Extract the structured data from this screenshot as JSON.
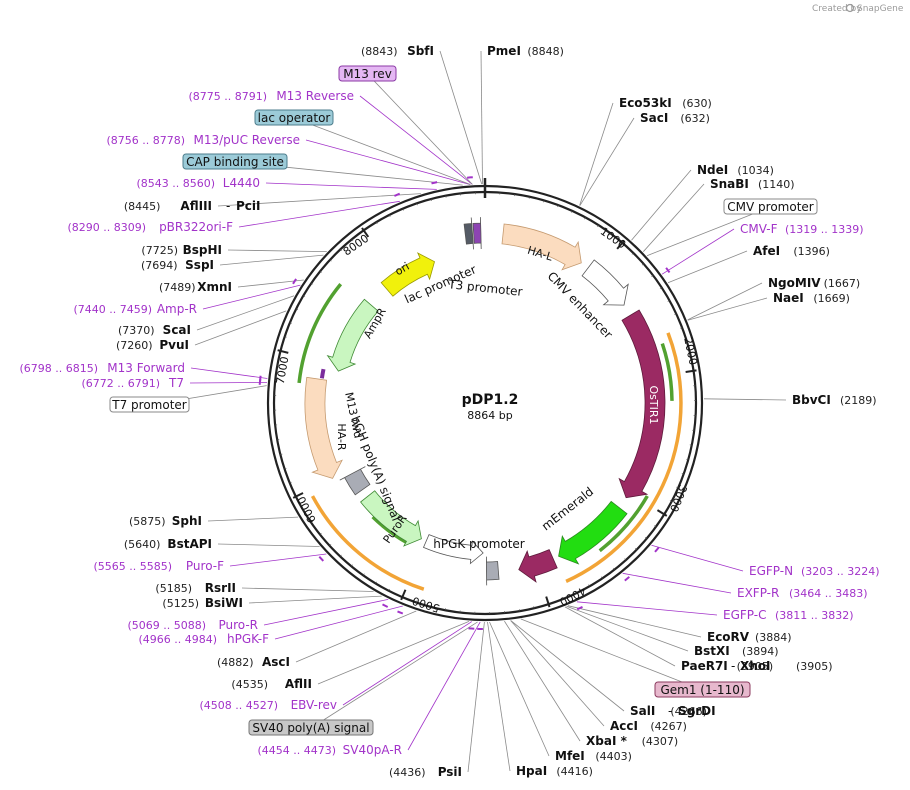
{
  "credit": "Created by",
  "credit_brand": "SnapGene",
  "plasmid": {
    "name": "pDP1.2",
    "size_text": "8864 bp",
    "length": 8864
  },
  "colors": {
    "primer": "#a233c9",
    "backbone": "#222222",
    "feature_hal": "#fbdcbf",
    "feature_ostir1": "#9b2a63",
    "feature_memerald": "#22dd11",
    "feature_ori": "#f1f10c",
    "feature_ampr": "#c9f6c0",
    "feature_puror": "#c9f6c0",
    "feature_far": "#f2a436",
    "feature_orf_green": "#52a130"
  },
  "tick_labels": [
    "1000",
    "2000",
    "3000",
    "4000",
    "5000",
    "6000",
    "7000",
    "8000"
  ],
  "sites_right": [
    {
      "label": "PmeI",
      "pos": "(8848)"
    },
    {
      "label": "Eco53kI",
      "pos": "(630)"
    },
    {
      "label": "SacI",
      "pos": "(632)"
    },
    {
      "label": "NdeI",
      "pos": "(1034)"
    },
    {
      "label": "SnaBI",
      "pos": "(1140)"
    },
    {
      "label": "AfeI",
      "pos": "(1396)"
    },
    {
      "label": "NgoMIV",
      "pos": "(1667)"
    },
    {
      "label": "NaeI",
      "pos": "(1669)"
    },
    {
      "label": "BbvCI",
      "pos": "(2189)"
    },
    {
      "label": "EcoRV",
      "pos": "(3884)"
    },
    {
      "label": "BstXI",
      "pos": "(3894)"
    },
    {
      "label": "PaeR7I",
      "pos": "(3905)"
    },
    {
      "label": "XhoI",
      "pos": ""
    },
    {
      "label": "SalI",
      "pos": "(4266)"
    },
    {
      "label": "SgrDI",
      "pos": ""
    },
    {
      "label": "AccI",
      "pos": "(4267)"
    },
    {
      "label": "XbaI *",
      "pos": "(4307)"
    },
    {
      "label": "MfeI",
      "pos": "(4403)"
    },
    {
      "label": "HpaI",
      "pos": "(4416)"
    }
  ],
  "sites_left": [
    {
      "label": "SbfI",
      "pos": "(8843)"
    },
    {
      "label": "AflIII",
      "pos": "(8445)"
    },
    {
      "label": "PciI",
      "pos": ""
    },
    {
      "label": "BspHI",
      "pos": "(7725)"
    },
    {
      "label": "SspI",
      "pos": "(7694)"
    },
    {
      "label": "XmnI",
      "pos": "(7489)"
    },
    {
      "label": "ScaI",
      "pos": "(7370)"
    },
    {
      "label": "PvuI",
      "pos": "(7260)"
    },
    {
      "label": "SphI",
      "pos": "(5875)"
    },
    {
      "label": "BstAPI",
      "pos": "(5640)"
    },
    {
      "label": "RsrII",
      "pos": "(5185)"
    },
    {
      "label": "BsiWI",
      "pos": "(5125)"
    },
    {
      "label": "AscI",
      "pos": "(4882)"
    },
    {
      "label": "AflII",
      "pos": "(4535)"
    },
    {
      "label": "PsiI",
      "pos": "(4436)"
    }
  ],
  "primers": [
    {
      "label": "M13 Reverse",
      "pos": "(8775 .. 8791)"
    },
    {
      "label": "M13/pUC Reverse",
      "pos": "(8756 .. 8778)"
    },
    {
      "label": "L4440",
      "pos": "(8543 .. 8560)"
    },
    {
      "label": "pBR322ori-F",
      "pos": "(8290 .. 8309)"
    },
    {
      "label": "Amp-R",
      "pos": "(7440 .. 7459)"
    },
    {
      "label": "M13 Forward",
      "pos": "(6798 .. 6815)"
    },
    {
      "label": "T7",
      "pos": "(6772 .. 6791)"
    },
    {
      "label": "Puro-F",
      "pos": "(5565 .. 5585)"
    },
    {
      "label": "Puro-R",
      "pos": "(5069 .. 5088)"
    },
    {
      "label": "hPGK-F",
      "pos": "(4966 .. 4984)"
    },
    {
      "label": "EBV-rev",
      "pos": "(4508 .. 4527)"
    },
    {
      "label": "SV40pA-R",
      "pos": "(4454 .. 4473)"
    },
    {
      "label": "CMV-F",
      "pos": "(1319 .. 1339)"
    },
    {
      "label": "EGFP-N",
      "pos": "(3203 .. 3224)"
    },
    {
      "label": "EXFP-R",
      "pos": "(3464 .. 3483)"
    },
    {
      "label": "EGFP-C",
      "pos": "(3811 .. 3832)"
    }
  ],
  "boxed_features": [
    {
      "label": "M13 rev"
    },
    {
      "label": "lac operator"
    },
    {
      "label": "CAP binding site"
    },
    {
      "label": "T7 promoter"
    },
    {
      "label": "SV40 poly(A) signal"
    },
    {
      "label": "CMV promoter"
    },
    {
      "label": "Gem1 (1-110)"
    }
  ],
  "inner_features": [
    {
      "label": "HA-L"
    },
    {
      "label": "CMV enhancer"
    },
    {
      "label": "OsTIR1"
    },
    {
      "label": "mEmerald"
    },
    {
      "label": "hPGK promoter"
    },
    {
      "label": "PuroR"
    },
    {
      "label": "bGH poly(A) signal"
    },
    {
      "label": "HA-R"
    },
    {
      "label": "M13 fwd"
    },
    {
      "label": "AmpR"
    },
    {
      "label": "ori"
    },
    {
      "label": "lac promoter"
    },
    {
      "label": "T3 promoter"
    }
  ]
}
